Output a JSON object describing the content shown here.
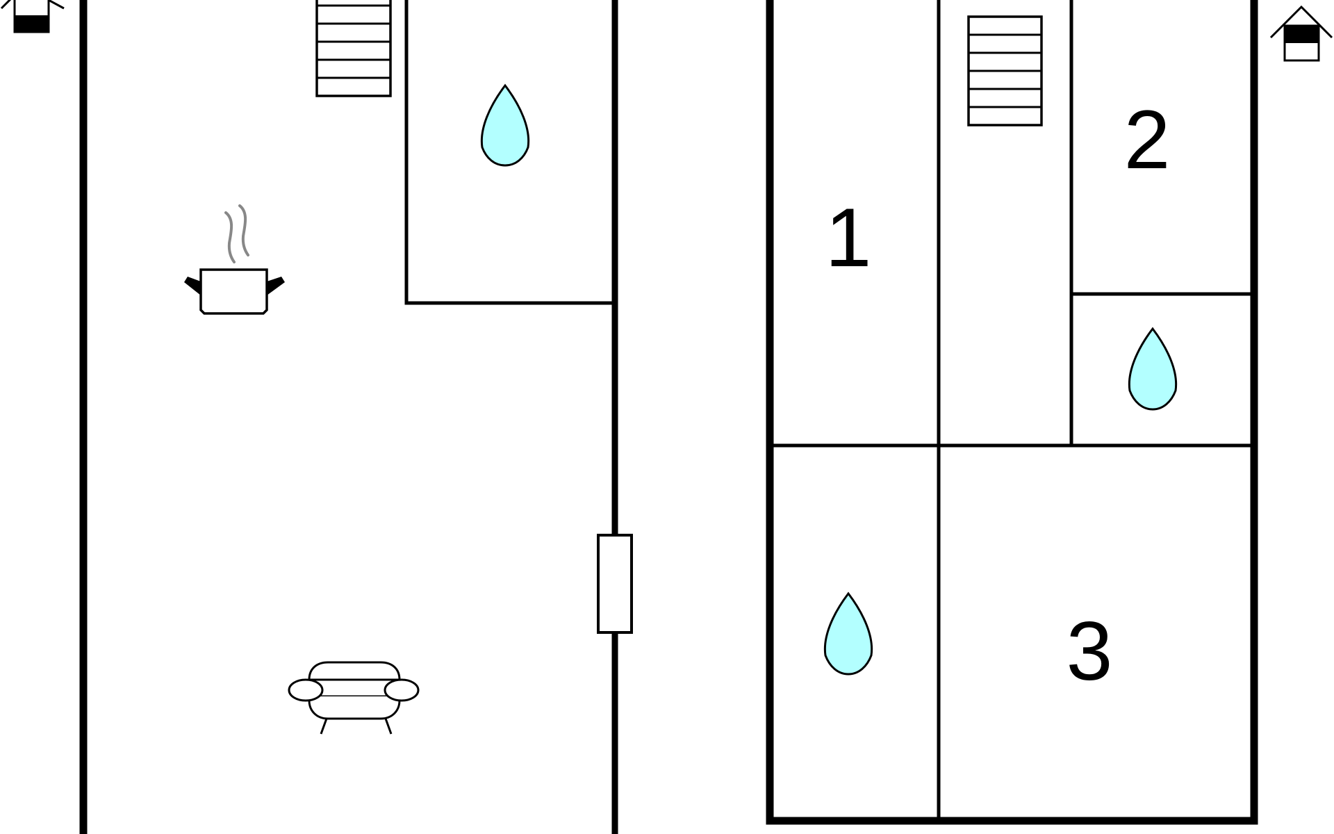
{
  "floor_plan": {
    "colors": {
      "wall": "#000000",
      "background": "#ffffff",
      "bathroom_icon_fill": "#b3ffff",
      "steam": "#888888"
    },
    "icons": {
      "left_floor_marker": "house-floor-icon",
      "right_floor_marker": "house-floor-icon",
      "left_stairs": "stairs-icon",
      "right_stairs": "stairs-icon",
      "kitchen": "cooking-pot-icon",
      "living_room": "sofa-icon",
      "door": "door-icon",
      "bathrooms": [
        "water-drop-icon",
        "water-drop-icon",
        "water-drop-icon"
      ]
    },
    "rooms": [
      {
        "number": "1"
      },
      {
        "number": "2"
      },
      {
        "number": "3"
      }
    ]
  }
}
